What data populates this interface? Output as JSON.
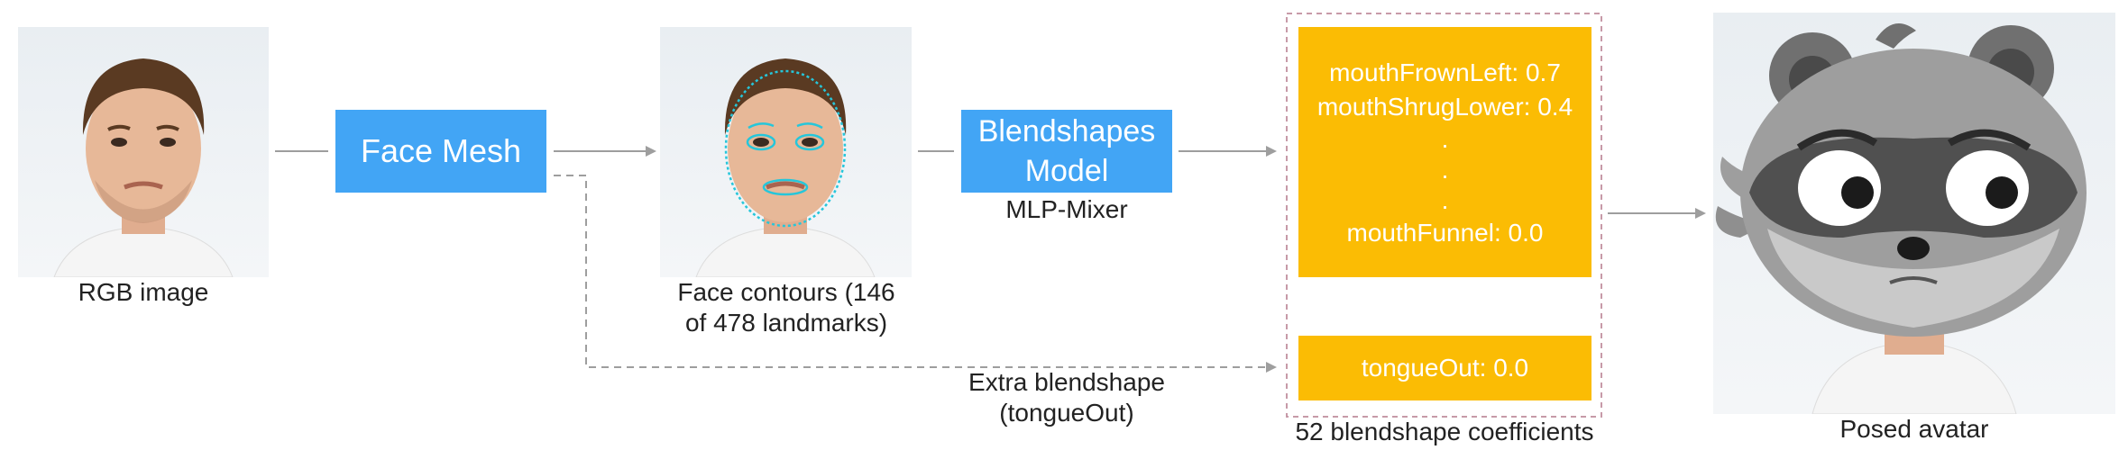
{
  "stages": {
    "rgb_caption": "RGB image",
    "face_mesh_label": "Face Mesh",
    "contours_caption_line1": "Face contours (146",
    "contours_caption_line2": "of 478 landmarks)",
    "blendshapes_label_line1": "Blendshapes",
    "blendshapes_label_line2": "Model",
    "blendshapes_sub": "MLP-Mixer",
    "coeff_lines": [
      "mouthFrownLeft: 0.7",
      "mouthShrugLower: 0.4",
      ".",
      ".",
      ".",
      "mouthFunnel: 0.0"
    ],
    "tongue_label": "tongueOut: 0.0",
    "coeff_caption": "52 blendshape coefficients",
    "extra_line1": "Extra blendshape",
    "extra_line2": "(tongueOut)",
    "avatar_caption": "Posed avatar"
  },
  "colors": {
    "blue": "#42a5f5",
    "yellow": "#fbbc04",
    "arrow": "#9e9e9e",
    "dashed_frame": "#c79aa8",
    "landmark": "#26c6da"
  }
}
